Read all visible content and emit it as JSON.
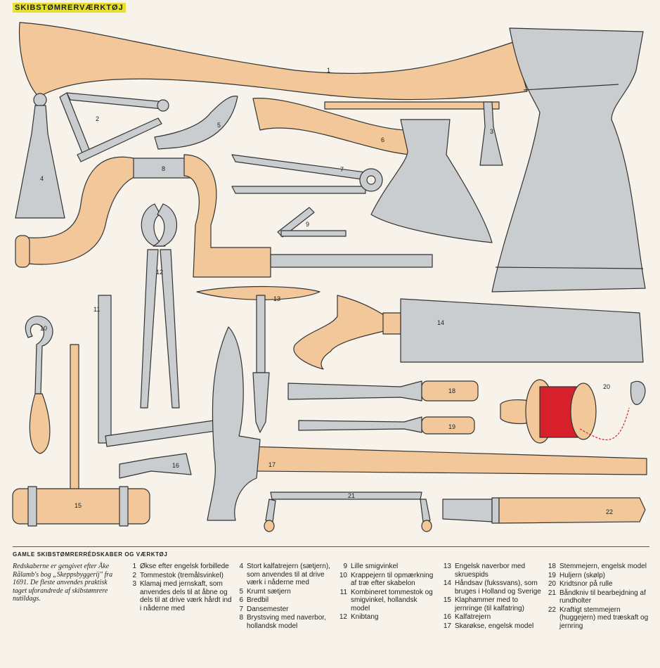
{
  "header": {
    "title": "SKIBSTØMRERVÆRKTØJ"
  },
  "colors": {
    "wood": "#f2c89a",
    "metal": "#c9cdd0",
    "outline": "#333333",
    "twine": "#d8202a",
    "title_bg": "#e8e030"
  },
  "figure_numbers": [
    "1",
    "2",
    "3",
    "4",
    "5",
    "6",
    "7",
    "8",
    "9",
    "10",
    "11",
    "12",
    "13",
    "14",
    "15",
    "16",
    "17",
    "18",
    "19",
    "20",
    "21",
    "22"
  ],
  "caption": {
    "heading": "GAMLE SKIBSTØMRERRÉDSKABER OG VÆRKTØJ",
    "intro": "Redskaberne er gengivet efter Åke Rålamb's bog „Skeppsbyggerij\" fra 1691. De fleste anvendes praktisk taget uforandrede af skibstømrere nutildags.",
    "columns": [
      [
        {
          "n": "1",
          "t": "Økse efter engelsk forbillede"
        },
        {
          "n": "2",
          "t": "Tommestok (tremålsvinkel)"
        },
        {
          "n": "3",
          "t": "Klamaj med jernskaft, som anvendes dels til at åbne og dels til at drive værk hårdt ind i nåderne med"
        }
      ],
      [
        {
          "n": "4",
          "t": "Stort kalfatrejern (sætjern), som anvendes til at drive værk i nåderne med"
        },
        {
          "n": "5",
          "t": "Krumt sætjern"
        },
        {
          "n": "6",
          "t": "Bredbil"
        },
        {
          "n": "7",
          "t": "Dansemester"
        },
        {
          "n": "8",
          "t": "Brystsving med naverbor, hollandsk model"
        }
      ],
      [
        {
          "n": "9",
          "t": "Lille smigvinkel"
        },
        {
          "n": "10",
          "t": "Krappejern til opmærkning af træ efter skabelon"
        },
        {
          "n": "11",
          "t": "Kombineret tommestok og smigvinkel, hollandsk model"
        },
        {
          "n": "12",
          "t": "Knibtang"
        }
      ],
      [
        {
          "n": "13",
          "t": "Engelsk naverbor med skruespids"
        },
        {
          "n": "14",
          "t": "Håndsav (fukssvans), som bruges i Holland og Sverige"
        },
        {
          "n": "15",
          "t": "Klaphammer med to jernringe (til kalfatring)"
        },
        {
          "n": "16",
          "t": "Kalfatrejern"
        },
        {
          "n": "17",
          "t": "Skarøkse, engelsk model"
        }
      ],
      [
        {
          "n": "18",
          "t": "Stemmejern, engelsk model"
        },
        {
          "n": "19",
          "t": "Huljern (skølp)"
        },
        {
          "n": "20",
          "t": "Kridtsnor på rulle"
        },
        {
          "n": "21",
          "t": "Båndkniv til bearbejdning af rundholter"
        },
        {
          "n": "22",
          "t": "Kraftigt stemmejern (huggejern) med træskaft og jernring"
        }
      ]
    ]
  }
}
